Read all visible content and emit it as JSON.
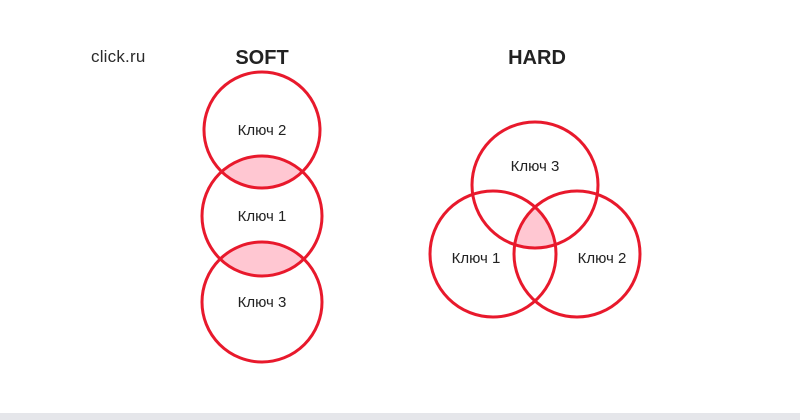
{
  "logo": "click.ru",
  "soft": {
    "title": "SOFT",
    "keys": [
      "Ключ 2",
      "Ключ 1",
      "Ключ 3"
    ]
  },
  "hard": {
    "title": "HARD",
    "keys": [
      "Ключ 3",
      "Ключ 1",
      "Ключ 2"
    ]
  },
  "colors": {
    "ring": "#e8192c",
    "overlap": "#ffc7d2",
    "text": "#222222"
  }
}
